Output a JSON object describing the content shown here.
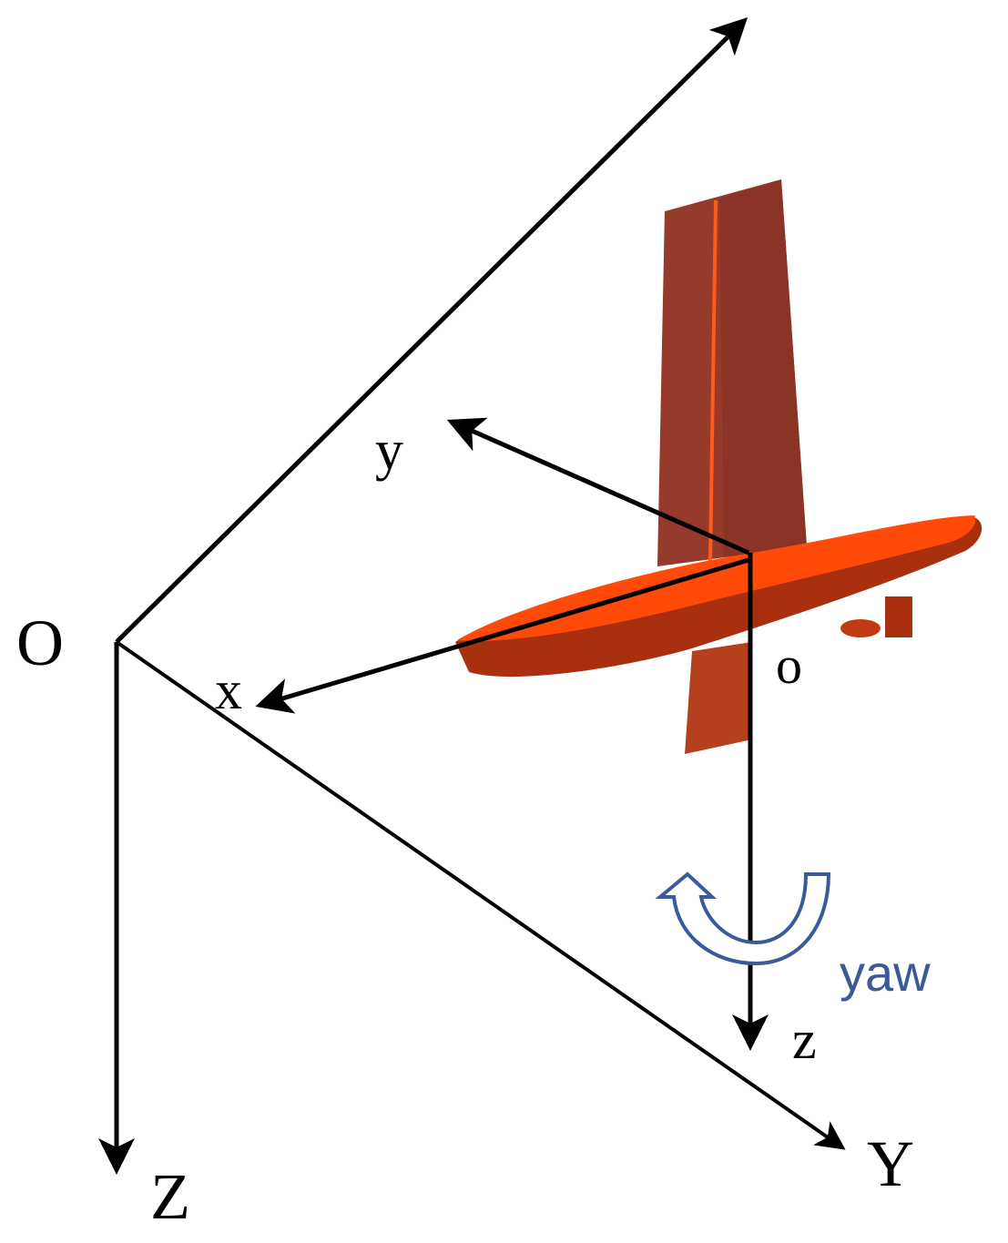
{
  "labels": {
    "inertial_origin": "O",
    "inertial_z": "Z",
    "inertial_y": "Y",
    "body_origin": "o",
    "body_x": "x",
    "body_y": "y",
    "body_z": "z",
    "rotation": "yaw"
  },
  "colors": {
    "axes": "#000000",
    "hull_deck": "#ff4a0a",
    "hull_side": "#a8300f",
    "sail": "#963a2c",
    "yaw_arrow": "#3a5a9a"
  },
  "icons": {
    "vessel": "sailing-drone-model",
    "rotation": "curved-yaw-arrow"
  }
}
